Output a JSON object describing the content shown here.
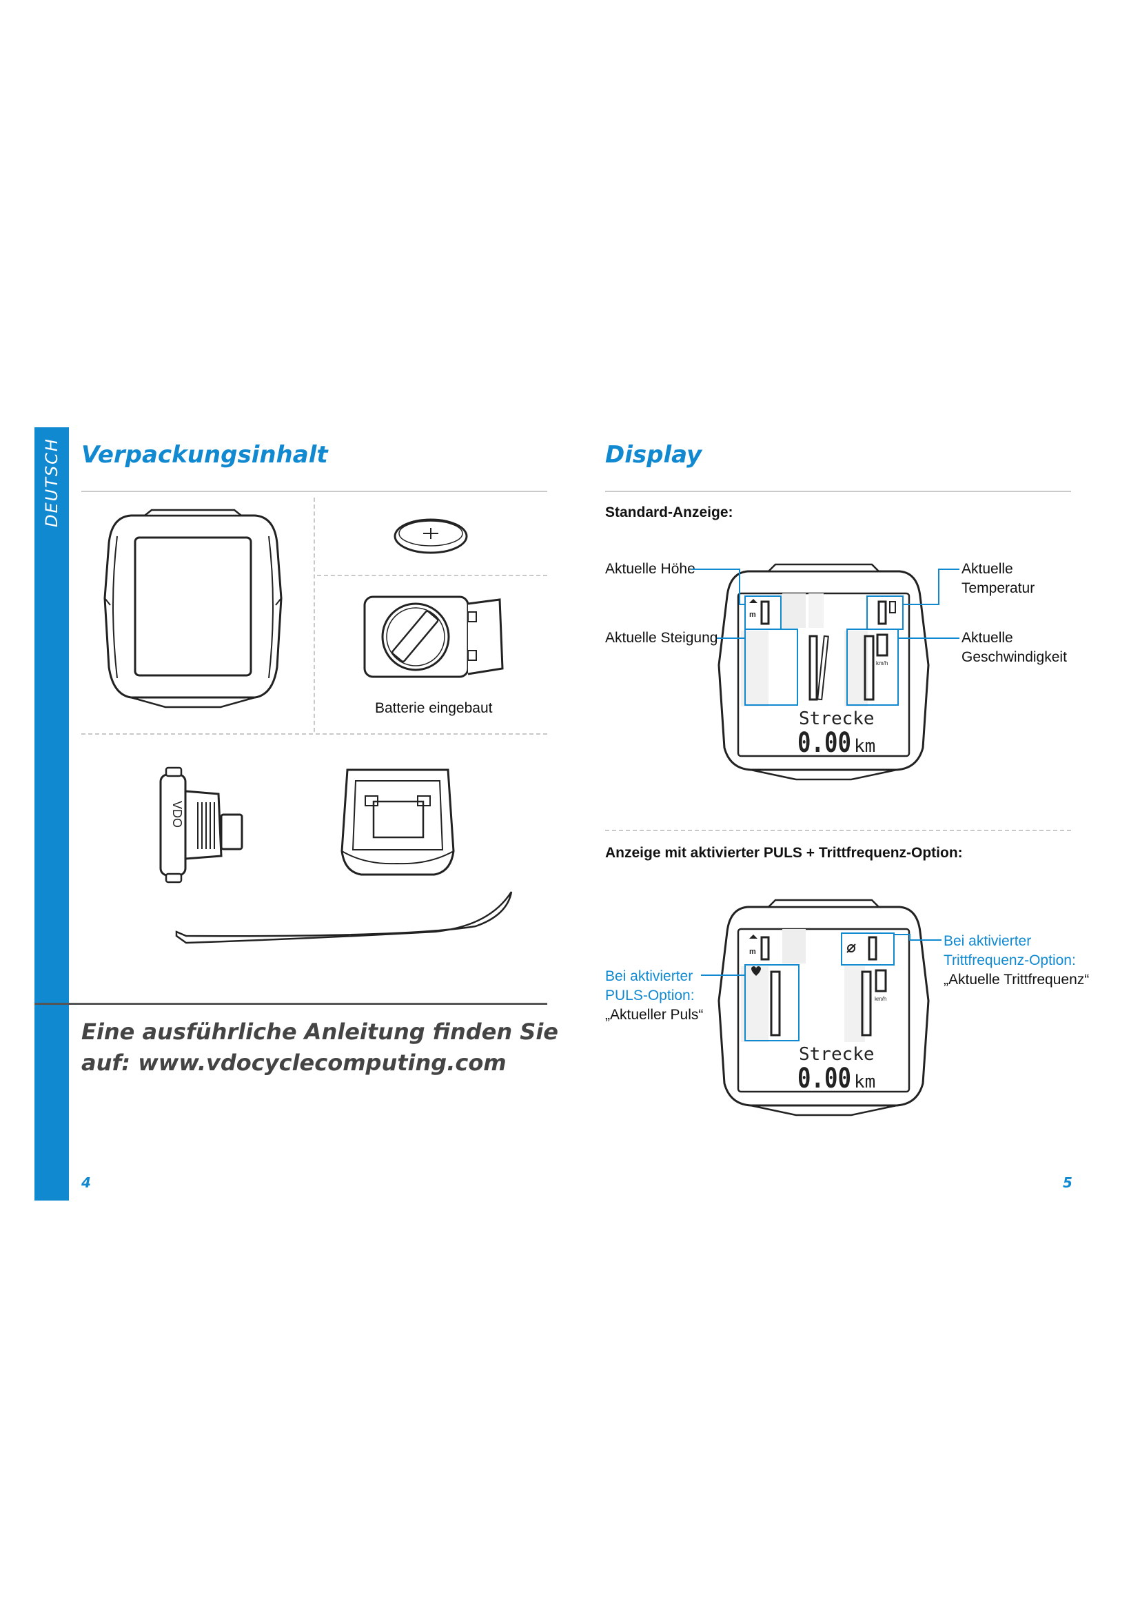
{
  "sidebar": {
    "label": "DEUTSCH"
  },
  "left": {
    "title": "Verpackungsinhalt",
    "battery_caption": "Batterie eingebaut",
    "sensor_logo": "VDO",
    "footer_line1": "Eine ausführliche Anleitung finden Sie",
    "footer_line2": "auf: www.vdocyclecomputing.com",
    "page_number": "4"
  },
  "right": {
    "title": "Display",
    "standard_heading": "Standard-Anzeige:",
    "label_height": "Aktuelle Höhe",
    "label_slope": "Aktuelle Steigung",
    "label_temp_1": "Aktuelle",
    "label_temp_2": "Temperatur",
    "label_speed_1": "Aktuelle",
    "label_speed_2": "Geschwindigkeit",
    "lcd_distance_label": "Strecke",
    "lcd_distance_value": "0.00",
    "lcd_distance_unit": "km",
    "lcd_unit_m": "m",
    "lcd_unit_kmh": "km/h",
    "option_heading": "Anzeige mit aktivierter PULS + Trittfrequenz-Option:",
    "label_puls_1": "Bei aktivierter",
    "label_puls_2": "PULS-Option:",
    "label_puls_3": "„Aktueller Puls“",
    "label_cad_1": "Bei aktivierter",
    "label_cad_2": "Trittfrequenz-Option:",
    "label_cad_3": "„Aktuelle Trittfrequenz“",
    "page_number": "5"
  },
  "colors": {
    "accent": "#1189d0",
    "line": "#c9c9c9",
    "text": "#111111"
  }
}
